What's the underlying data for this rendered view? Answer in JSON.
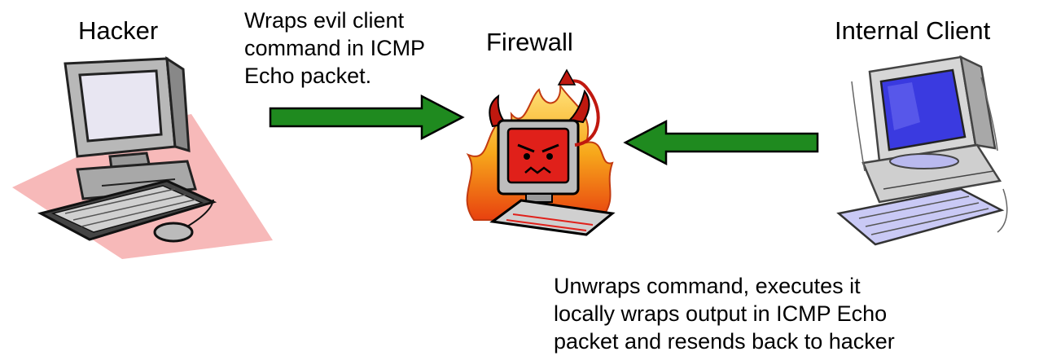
{
  "labels": {
    "hacker": "Hacker",
    "firewall": "Firewall",
    "internal_client": "Internal Client"
  },
  "notes": {
    "wrap": "Wraps evil client\ncommand in ICMP\nEcho packet.",
    "unwrap": "Unwraps command, executes it\nlocally wraps output in ICMP Echo\npacket and resends back to hacker"
  },
  "colors": {
    "arrow": "#1f8a1f",
    "hacker_shadow": "#f5b8b8",
    "firewall_screen": "#e0201a",
    "flames": "#f7a81b",
    "client_screen": "#3a3ae0"
  },
  "icons": [
    "hacker-computer-icon",
    "firewall-devil-computer-icon",
    "internal-client-computer-icon"
  ]
}
